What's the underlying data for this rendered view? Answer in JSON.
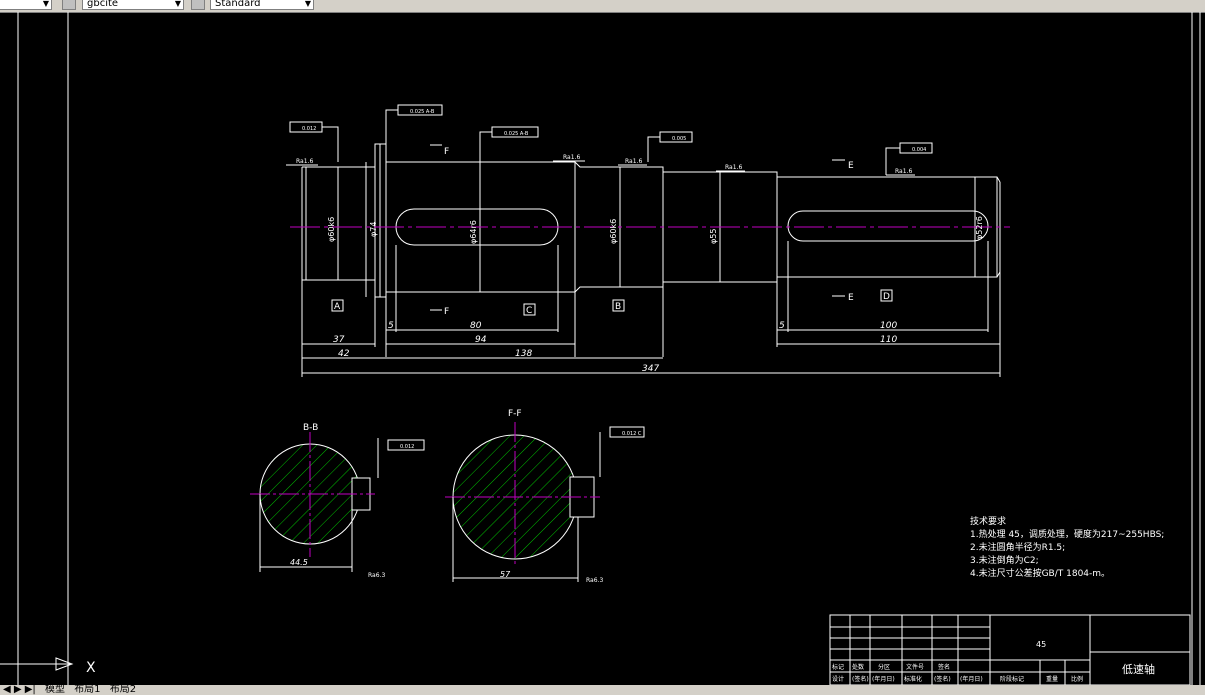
{
  "toolbar": {
    "style_value": "gbcite",
    "dimstyle_value": "Standard"
  },
  "tabs": [
    "模型",
    "布局1",
    "布局2"
  ],
  "drawing": {
    "sections": {
      "BB": "B-B",
      "FF": "F-F"
    },
    "markers": {
      "A": "A",
      "B": "B",
      "C": "C",
      "D": "D",
      "E": "E",
      "F": "F"
    },
    "dims": {
      "d37": "37",
      "d42": "42",
      "d94": "94",
      "d138": "138",
      "d347": "347",
      "d80": "80",
      "d5a": "5",
      "d5b": "5",
      "d100": "100",
      "d110": "110",
      "w44": "44.5",
      "w57": "57"
    },
    "roughness": "Ra1.6",
    "roughness2": "Ra6.3",
    "tol_values": {
      "t1": "0.025 A-B",
      "t2": "0.025 A-B",
      "t3": "0.005",
      "t4": "0.004",
      "t5": "0.012",
      "t6": "0.012 C"
    },
    "notes": [
      "技术要求",
      "1.热处理 45，调质处理，硬度为217~255HBS;",
      "2.未注圆角半径为R1.5;",
      "3.未注倒角为C2;",
      "4.未注尺寸公差按GB/T 1804-m。"
    ],
    "title_block": {
      "material": "45",
      "part_name": "低速轴",
      "cells_row1": [
        "标记",
        "处数",
        "分区",
        "文件号",
        "签名"
      ],
      "cells_row2": [
        "设计",
        "(签名)",
        "(年月日)",
        "标准化",
        "(签名)",
        "(年月日)"
      ],
      "cells_right": [
        "阶段标记",
        "重量",
        "比例"
      ]
    },
    "ucs_label": "X"
  }
}
